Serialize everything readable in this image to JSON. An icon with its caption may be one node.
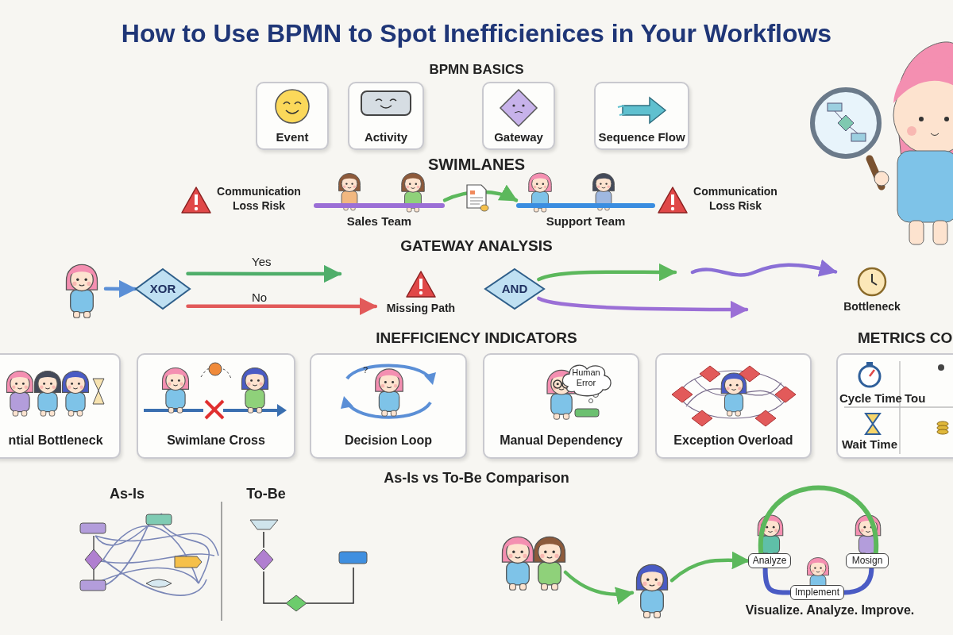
{
  "diagram": {
    "title": "How to Use BPMN to Spot Inefficienices in Your Workflows",
    "nodes": [
      {
        "text": [
          "Event"
        ]
      },
      {
        "text": [
          "Activity"
        ]
      },
      {
        "text": [
          "Gateway"
        ]
      },
      {
        "text": [
          "Sequence Flow"
        ]
      },
      {
        "text": [
          "Communication Loss Risk"
        ]
      },
      {
        "text": [
          "Sales Team"
        ]
      },
      {
        "text": [
          "Support Team"
        ]
      },
      {
        "text": [
          "Communication Loss Risk"
        ]
      },
      {
        "text": [],
        "shape": "picture"
      },
      {
        "text": [
          "XOR"
        ]
      },
      {
        "text": [
          "Missing Path"
        ]
      },
      {
        "text": [
          "AND"
        ]
      },
      {
        "text": [
          "Bottleneck"
        ]
      },
      {
        "text": [
          "ntial Bottleneck"
        ]
      },
      {
        "text": [
          "Swimlane Cross"
        ]
      },
      {
        "text": [
          "Decision Loop"
        ]
      },
      {
        "text": [
          "Manual Dependency"
        ]
      },
      {
        "text": [
          "Human Error"
        ],
        "in": 16
      },
      {
        "text": [
          "Exception Overload"
        ]
      },
      {
        "text": [
          "Cycle Time",
          "Tou",
          "Wait Time"
        ]
      },
      {
        "text": [],
        "shape": "picture"
      },
      {
        "text": [],
        "shape": "picture"
      },
      {
        "text": [
          "Analyze"
        ]
      },
      {
        "text": [
          "Mosign"
        ]
      },
      {
        "text": [
          "Implement"
        ]
      }
    ],
    "edges": [
      {
        "from": 5,
        "to": 6,
        "arrow": "to",
        "color": "#5cb85c"
      },
      {
        "from": 8,
        "to": 9,
        "arrow": "to",
        "color": "#5b8fd6"
      },
      {
        "from": 9,
        "to": null,
        "arrow": "to",
        "label": "Yes",
        "color": "#4fae6a"
      },
      {
        "from": 9,
        "to": 10,
        "arrow": "to",
        "label": "No",
        "color": "#e25a5a"
      },
      {
        "from": 11,
        "to": null,
        "arrow": "to",
        "color": "#5cb85c"
      },
      {
        "from": 11,
        "to": null,
        "arrow": "to",
        "color": "#9b6fd6"
      },
      {
        "from": null,
        "to": 12,
        "arrow": "to",
        "color": "#8a6fd6"
      },
      {
        "from": 20,
        "to": 21,
        "arrow": "to",
        "color": "#5cb85c"
      },
      {
        "from": 21,
        "to": 22,
        "arrow": "to",
        "color": "#5cb85c"
      },
      {
        "from": 22,
        "to": 23,
        "arrow": "none",
        "color": "#5cb85c"
      },
      {
        "from": 22,
        "to": 24,
        "arrow": "none",
        "color": "#4a5bc4"
      },
      {
        "from": 24,
        "to": 23,
        "arrow": "none",
        "color": "#4a5bc4"
      }
    ],
    "labels": [
      "BPMN BASICS",
      "SWIMLANES",
      "GATEWAY ANALYSIS",
      "INEFFICIENCY INDICATORS",
      "METRICS CO",
      "As-Is vs To-Be Comparison",
      "As-Is",
      "To-Be",
      "Visualize. Analyze. Improve.",
      "?"
    ]
  }
}
